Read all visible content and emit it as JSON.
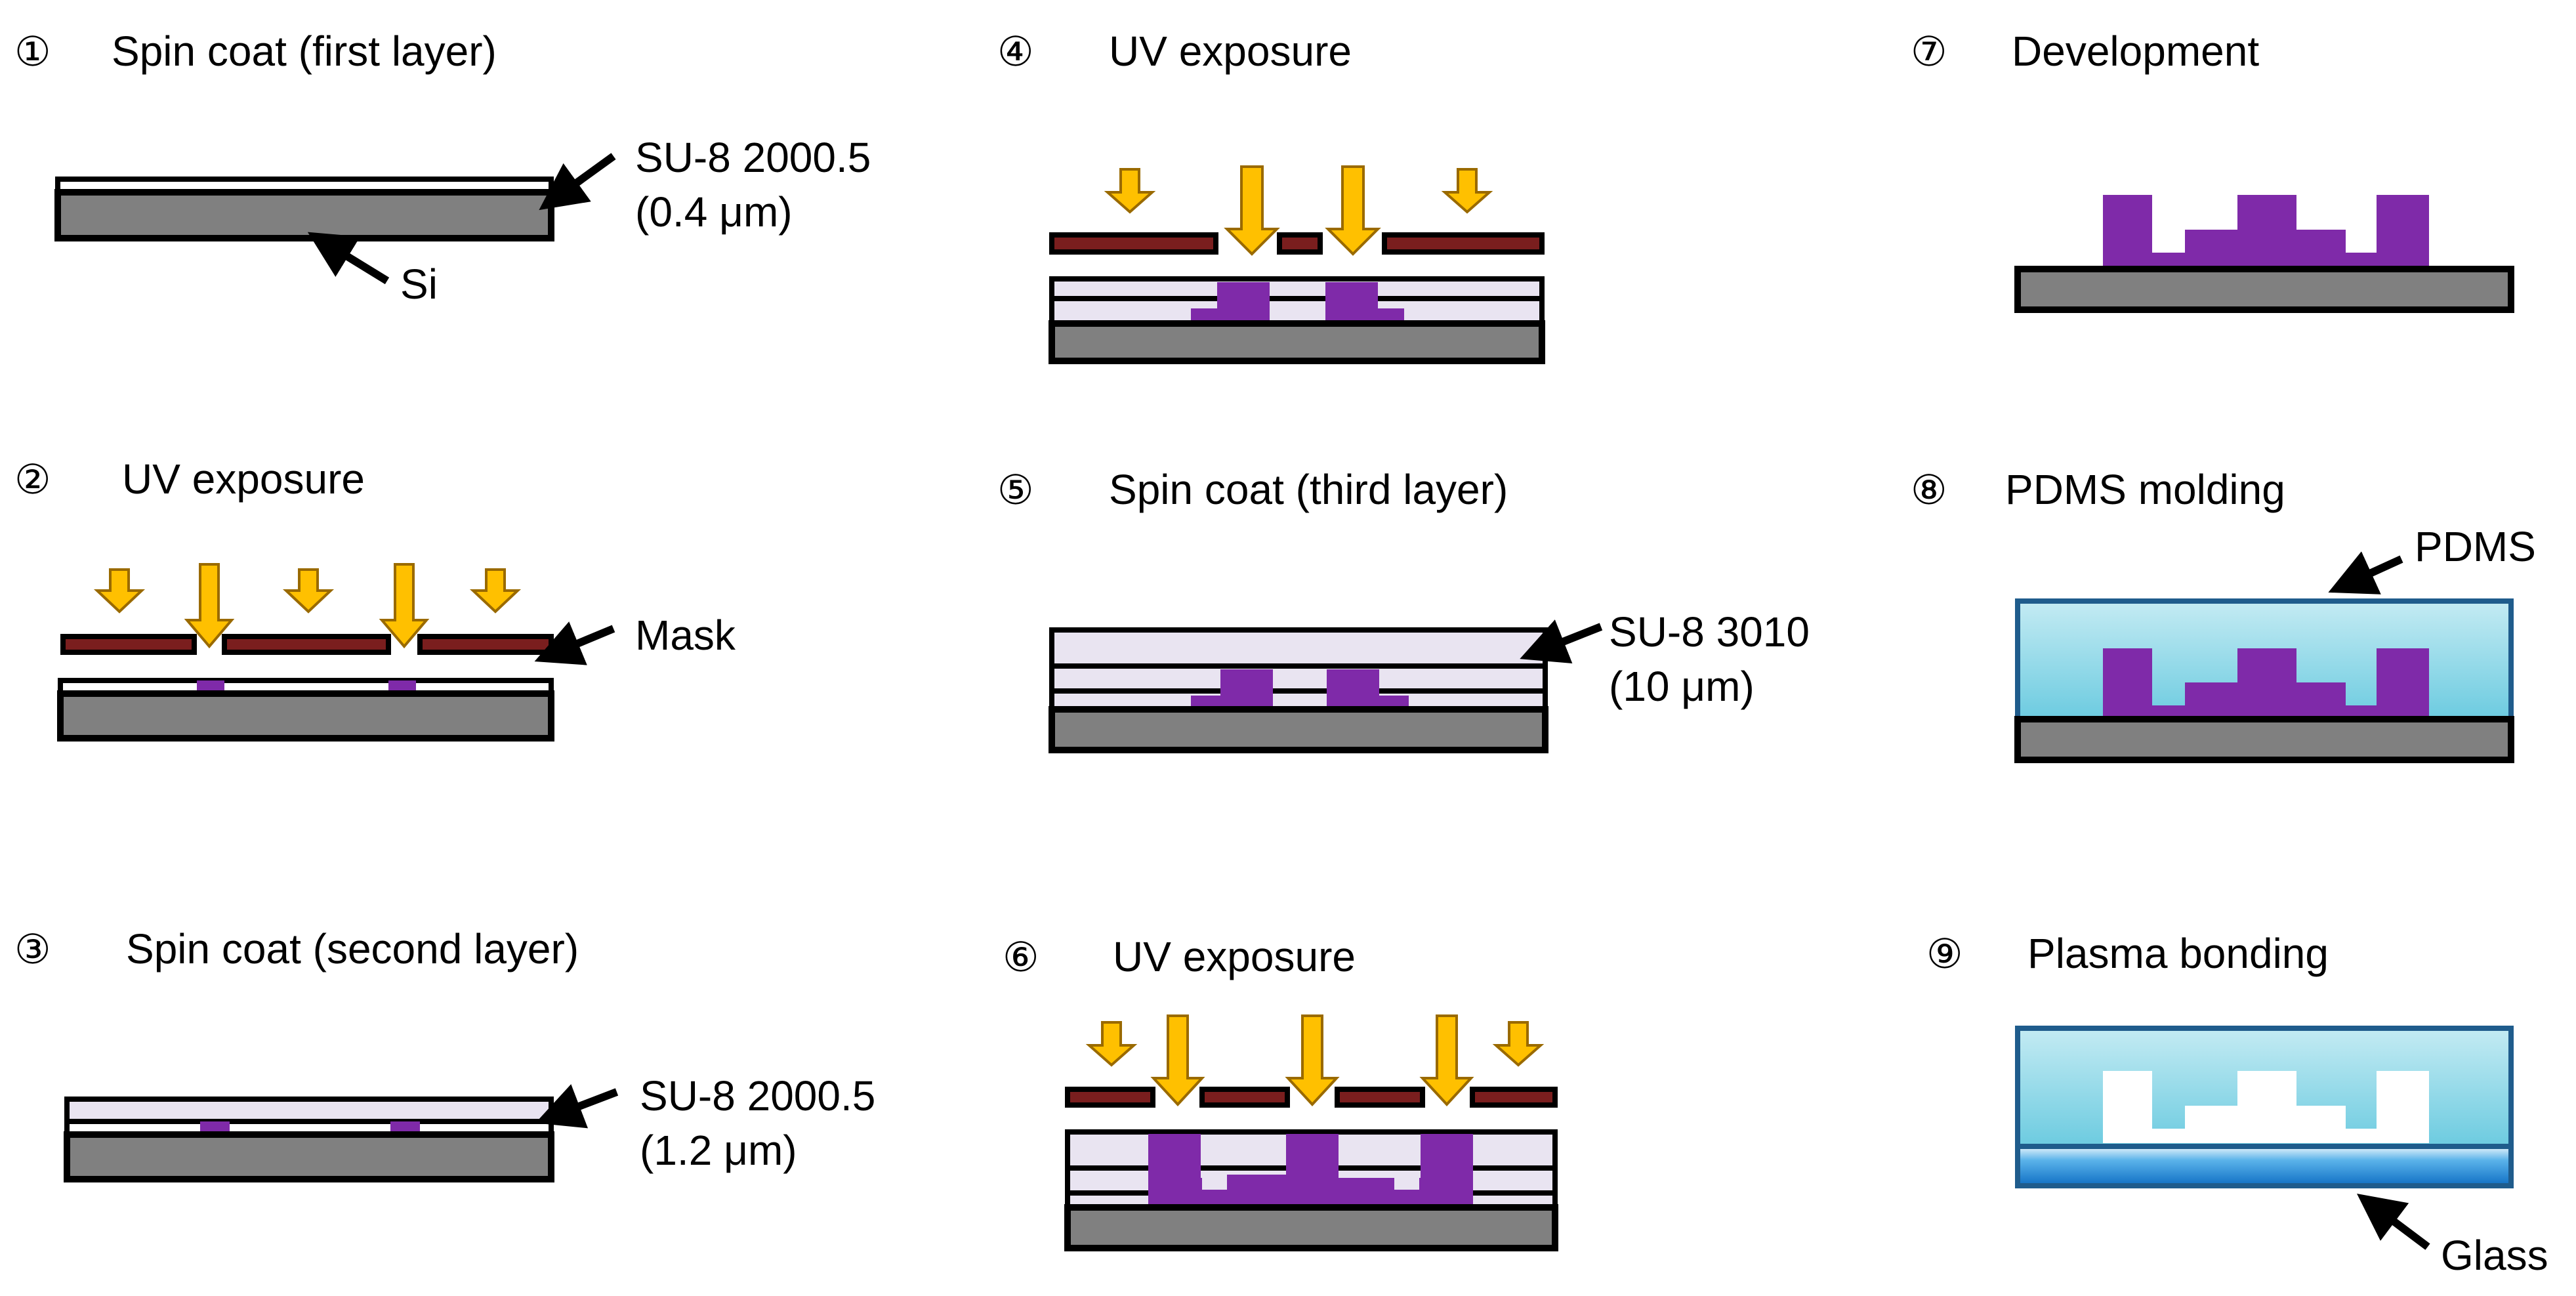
{
  "colors": {
    "substrate": "#808080",
    "resist": "#e9e4f1",
    "exposed": "#7f2aa9",
    "mask": "#7a1e1e",
    "uv_arrow": "#ffc000",
    "uv_arrow_edge": "#b8860b",
    "pdms_top": "#b9e5f0",
    "pdms_bottom": "#7fd0e3",
    "pdms_edge": "#1f5c8c",
    "glass": "#1f86d6"
  },
  "steps": [
    {
      "num": "①",
      "title": "Spin coat (first layer)"
    },
    {
      "num": "②",
      "title": "UV exposure"
    },
    {
      "num": "③",
      "title": "Spin coat  (second layer)"
    },
    {
      "num": "④",
      "title": "UV exposure"
    },
    {
      "num": "⑤",
      "title": "Spin coat  (third layer)"
    },
    {
      "num": "⑥",
      "title": "UV exposure"
    },
    {
      "num": "⑦",
      "title": "Development"
    },
    {
      "num": "⑧",
      "title": "PDMS molding"
    },
    {
      "num": "⑨",
      "title": "Plasma bonding"
    }
  ],
  "labels": {
    "su8_first_name": "SU-8 2000.5",
    "su8_first_thickness": "(0.4 μm)",
    "si": "Si",
    "mask": "Mask",
    "su8_second_name": "SU-8 2000.5",
    "su8_second_thickness": "(1.2 μm)",
    "su8_third_name": "SU-8 3010",
    "su8_third_thickness": "(10 μm)",
    "pdms": "PDMS",
    "glass": "Glass"
  }
}
